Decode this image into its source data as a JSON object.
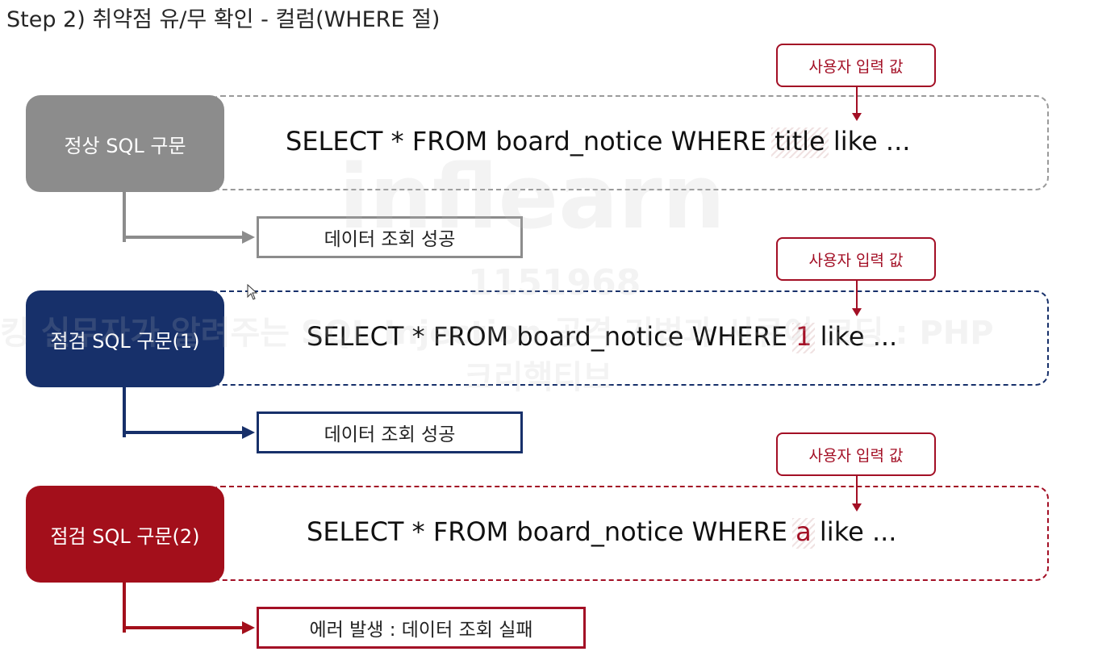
{
  "title": "Step 2) 취약점 유/무 확인 - 컬럼(WHERE 절)",
  "user_input_label": "사용자 입력 값",
  "rows": [
    {
      "label": "정상 SQL 구문",
      "color": "#8c8c8c",
      "border_color": "#9a9a9a",
      "sql_before": "SELECT * FROM board_notice WHERE ",
      "sql_highlight": "title",
      "sql_after": " like ...",
      "highlight_is_red": false,
      "result": "데이터 조회 성공",
      "result_border": "#8c8c8c"
    },
    {
      "label": "점검 SQL 구문(1)",
      "color": "#17306a",
      "border_color": "#17306a",
      "sql_before": "SELECT * FROM board_notice WHERE ",
      "sql_highlight": "1",
      "sql_after": " like ...",
      "highlight_is_red": true,
      "result": "데이터 조회 성공",
      "result_border": "#17306a"
    },
    {
      "label": "점검 SQL 구문(2)",
      "color": "#a30f1b",
      "border_color": "#a30f25",
      "sql_before": "SELECT * FROM board_notice WHERE ",
      "sql_highlight": "a",
      "sql_after": " like ...",
      "highlight_is_red": true,
      "result": "에러 발생 : 데이터 조회 실패",
      "result_border": "#a30f25"
    }
  ],
  "watermark": {
    "brand": "inflearn",
    "id": "1151968",
    "line": "킹 실무자가 알려주는 SQL Injection 공격 기법과 시큐어 코딩 : PHP",
    "org": "크리핵티브"
  }
}
